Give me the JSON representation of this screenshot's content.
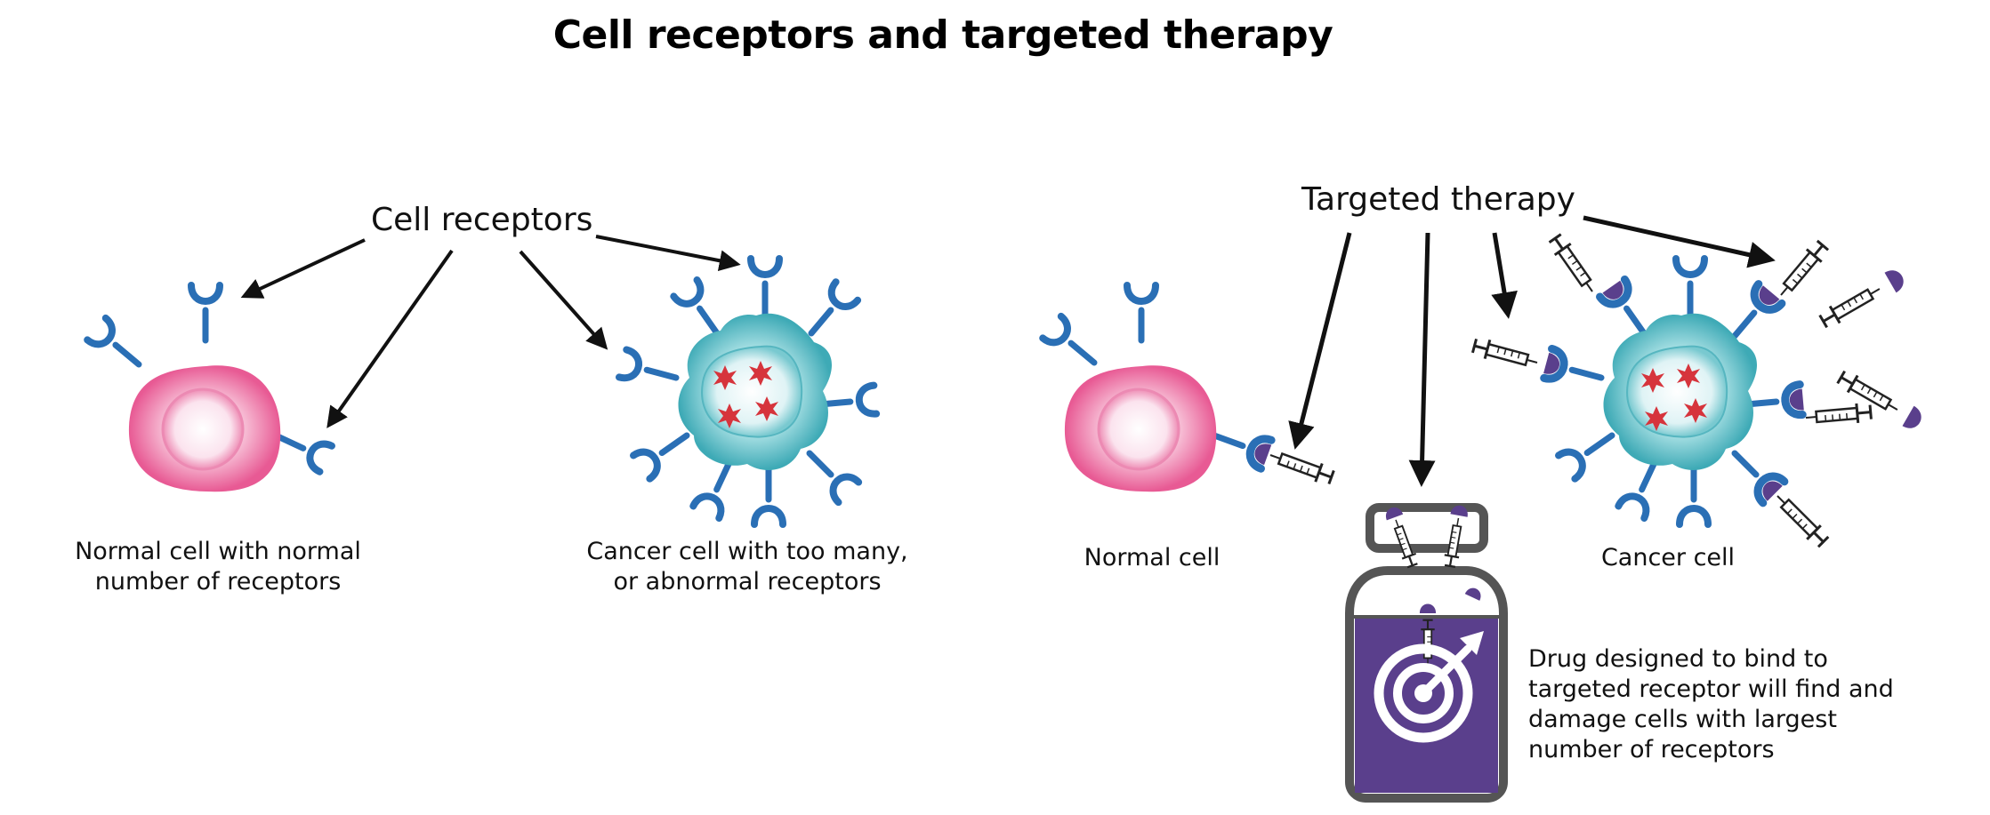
{
  "title": "Cell receptors and targeted therapy",
  "labels": {
    "cell_receptors": "Cell receptors",
    "targeted_therapy": "Targeted therapy",
    "normal_cell_caption_line1": "Normal cell with normal",
    "normal_cell_caption_line2": "number of receptors",
    "cancer_cell_caption_line1": "Cancer cell with too many,",
    "cancer_cell_caption_line2": "or abnormal receptors",
    "normal_cell": "Normal cell",
    "cancer_cell": "Cancer cell",
    "drug_line1": "Drug designed to bind to",
    "drug_line2": "targeted receptor will find and",
    "drug_line3": "damage cells with largest",
    "drug_line4": "number of receptors"
  },
  "colors": {
    "normal_cell": "#e85a94",
    "cancer_cell": "#5cc1c9",
    "receptor": "#2a6fb5",
    "drug": "#5a3f8c",
    "tumor_marker": "#d6343c",
    "vial_outline": "#555555"
  },
  "icons": [
    "receptor-icon",
    "syringe-icon",
    "vial-icon",
    "target-icon",
    "arrow-icon"
  ]
}
